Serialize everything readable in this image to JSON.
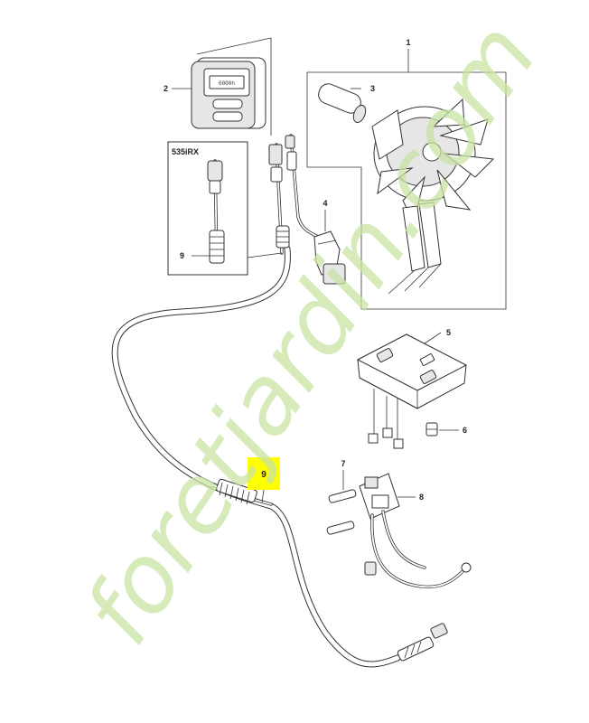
{
  "diagram": {
    "inset_title": "535iRX",
    "callouts": {
      "c1": "1",
      "c2": "2",
      "c3": "3",
      "c4": "4",
      "c5": "5",
      "c6": "6",
      "c7": "7",
      "c8": "8",
      "c9_inset": "9",
      "c9_main": "9"
    },
    "display_text": "0000h",
    "highlight_color": "#ffff00"
  },
  "watermark": {
    "text": "foretjardin.com",
    "color": "#c9e3a4"
  }
}
